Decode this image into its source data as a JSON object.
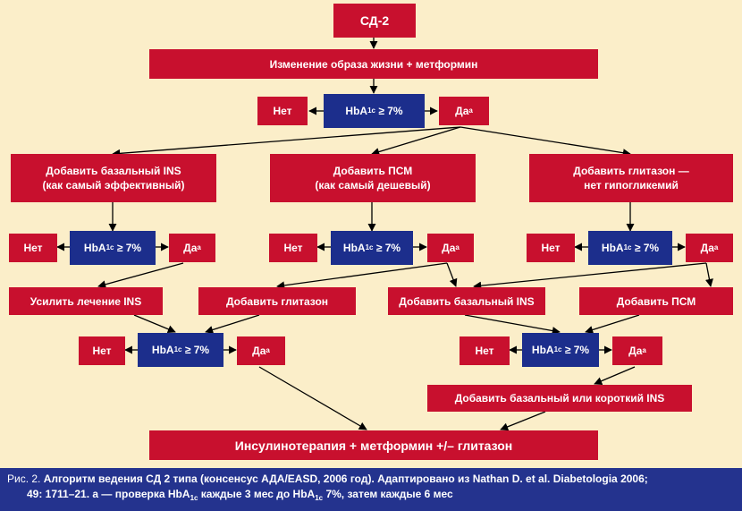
{
  "title": "СД-2",
  "step1": "Изменение образа жизни + метформин",
  "hba": {
    "main": "HbA",
    "sub": "1c",
    "cond": "≥ 7%"
  },
  "no": "Нет",
  "yes": "Да",
  "yes_mark": "а",
  "col_left": {
    "line1": "Добавить базальный INS",
    "line2": "(как самый эффективный)"
  },
  "col_mid": {
    "line1": "Добавить ПСМ",
    "line2": "(как самый дешевый)"
  },
  "col_right": {
    "line1": "Добавить глитазон —",
    "line2": "нет гипогликемий"
  },
  "intensify_ins": "Усилить лечение INS",
  "add_glitazone": "Добавить глитазон",
  "add_basal_ins": "Добавить базальный INS",
  "add_psm": "Добавить ПСМ",
  "add_basal_or_short": "Добавить базальный или короткий INS",
  "final": "Инсулинотерапия + метформин +/– глитазон",
  "caption": {
    "prefix": "Рис. 2.",
    "line1": "Алгоритм ведения СД 2 типа (консенсус АДА/EASD, 2006 год). Адаптировано из Nathan D. et al. Diabetologia 2006;",
    "line2a": "49: 1711–21. а — проверка HbA",
    "line2sub1": "1c",
    "line2b": " каждые 3 мес до HbA",
    "line2sub2": "1c",
    "line2c": " 7%, затем каждые 6 мес"
  },
  "colors": {
    "red": "#c8102e",
    "blue": "#1c2e8c",
    "background": "#fbeec9",
    "caption_bg": "#24338e"
  }
}
